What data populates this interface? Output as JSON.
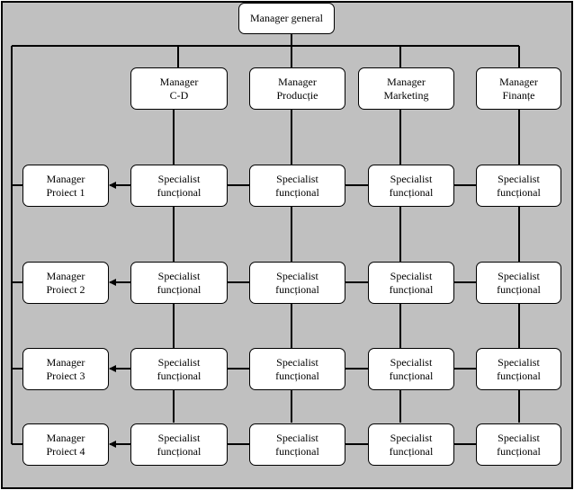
{
  "general_manager": {
    "label": "Manager general"
  },
  "function_managers": [
    {
      "label": "Manager\nC-D"
    },
    {
      "label": "Manager\nProducție"
    },
    {
      "label": "Manager\nMarketing"
    },
    {
      "label": "Manager\nFinanțe"
    }
  ],
  "project_managers": [
    {
      "label": "Manager\nProiect  1"
    },
    {
      "label": "Manager\nProiect  2"
    },
    {
      "label": "Manager\nProiect  3"
    },
    {
      "label": "Manager\nProiect  4"
    }
  ],
  "specialist_label": "Specialist\nfuncțional"
}
